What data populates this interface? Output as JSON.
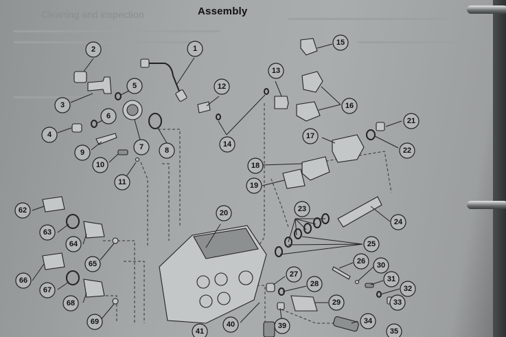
{
  "page": {
    "title": "Assembly",
    "faint_header": "Cleaning and inspection"
  },
  "callouts": [
    {
      "n": "1"
    },
    {
      "n": "2"
    },
    {
      "n": "3"
    },
    {
      "n": "4"
    },
    {
      "n": "5"
    },
    {
      "n": "6"
    },
    {
      "n": "7"
    },
    {
      "n": "8"
    },
    {
      "n": "9"
    },
    {
      "n": "10"
    },
    {
      "n": "11"
    },
    {
      "n": "12"
    },
    {
      "n": "13"
    },
    {
      "n": "14"
    },
    {
      "n": "15"
    },
    {
      "n": "16"
    },
    {
      "n": "17"
    },
    {
      "n": "18"
    },
    {
      "n": "19"
    },
    {
      "n": "20"
    },
    {
      "n": "21"
    },
    {
      "n": "22"
    },
    {
      "n": "23"
    },
    {
      "n": "24"
    },
    {
      "n": "25"
    },
    {
      "n": "26"
    },
    {
      "n": "27"
    },
    {
      "n": "28"
    },
    {
      "n": "29"
    },
    {
      "n": "30"
    },
    {
      "n": "31"
    },
    {
      "n": "32"
    },
    {
      "n": "33"
    },
    {
      "n": "34"
    },
    {
      "n": "35"
    },
    {
      "n": "39"
    },
    {
      "n": "40"
    },
    {
      "n": "41"
    },
    {
      "n": "62"
    },
    {
      "n": "63"
    },
    {
      "n": "64"
    },
    {
      "n": "65"
    },
    {
      "n": "66"
    },
    {
      "n": "67"
    },
    {
      "n": "68"
    },
    {
      "n": "69"
    }
  ]
}
